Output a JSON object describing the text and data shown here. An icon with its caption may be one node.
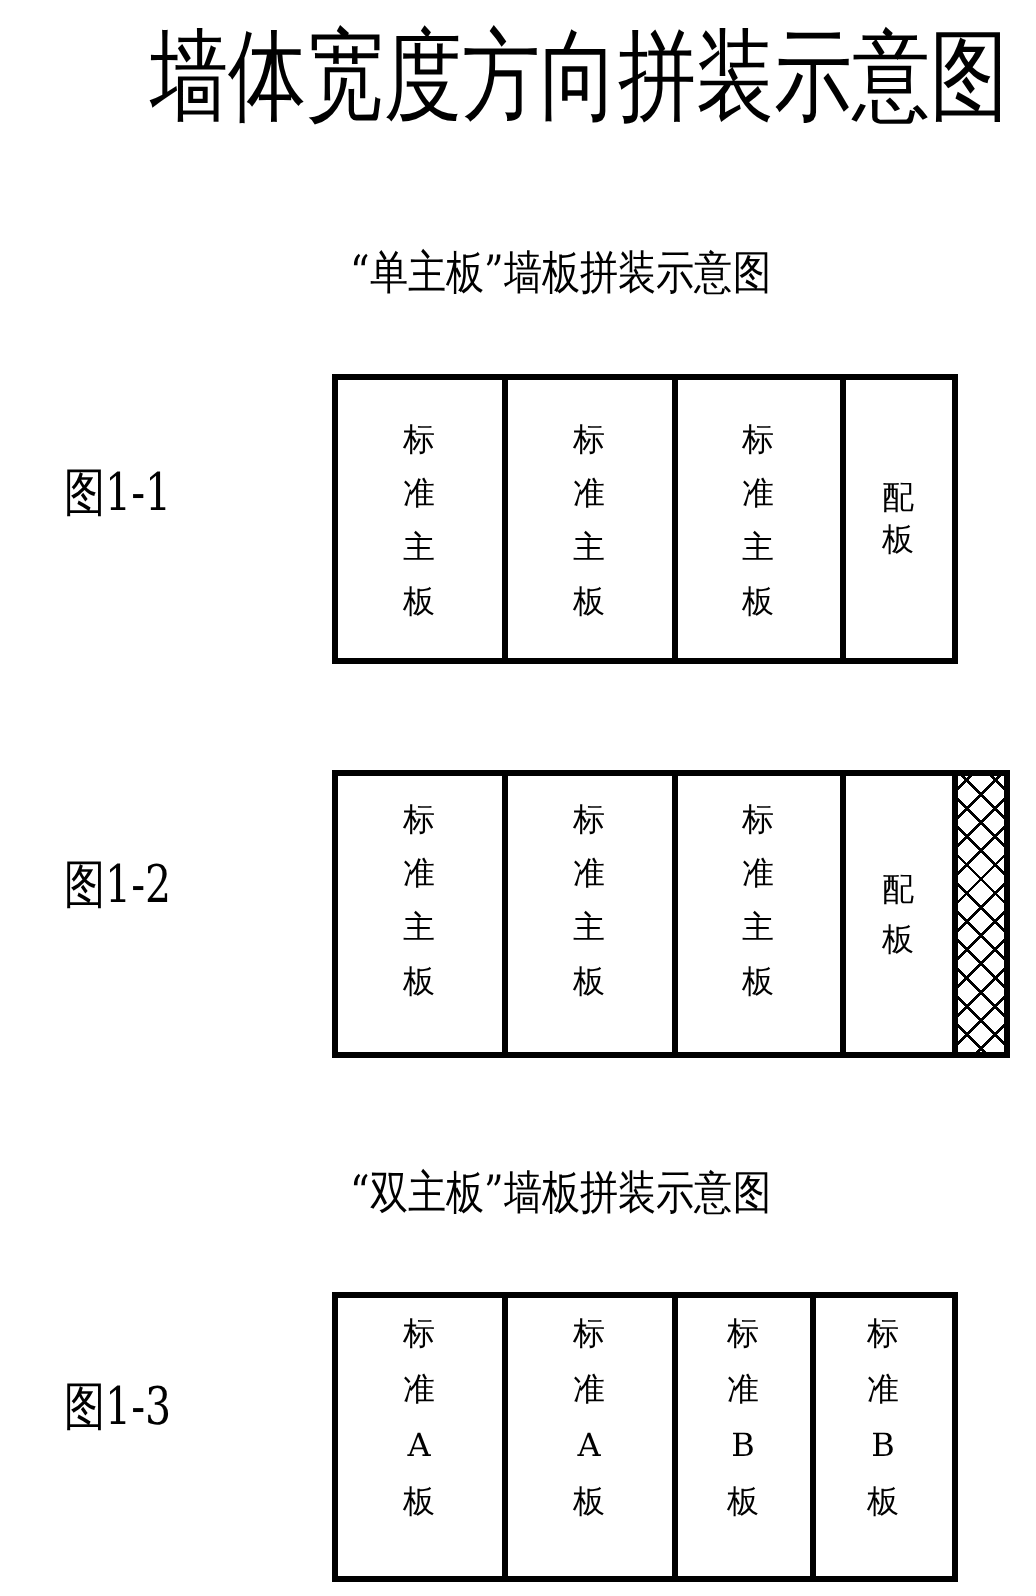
{
  "diagram": {
    "title": "墙体宽度方向拼装示意图",
    "nodes": [
      {
        "text": [
          "标准主板"
        ]
      },
      {
        "text": [
          "标准主板"
        ]
      },
      {
        "text": [
          "标准主板"
        ]
      },
      {
        "text": [
          "配板"
        ]
      },
      {
        "text": [
          "标准主板"
        ]
      },
      {
        "text": [
          "标准主板"
        ]
      },
      {
        "text": [
          "标准主板"
        ]
      },
      {
        "text": [
          "配板"
        ]
      },
      {
        "text": [],
        "shape": "box"
      },
      {
        "text": [
          "标准A板"
        ]
      },
      {
        "text": [
          "标准A板"
        ]
      },
      {
        "text": [
          "标准B板"
        ]
      },
      {
        "text": [
          "标准B板"
        ]
      }
    ],
    "labels": [
      "“单主板”墙板拼装示意图",
      "图1-1",
      "图1-2",
      "“双主板”墙板拼装示意图",
      "图1-3"
    ]
  }
}
